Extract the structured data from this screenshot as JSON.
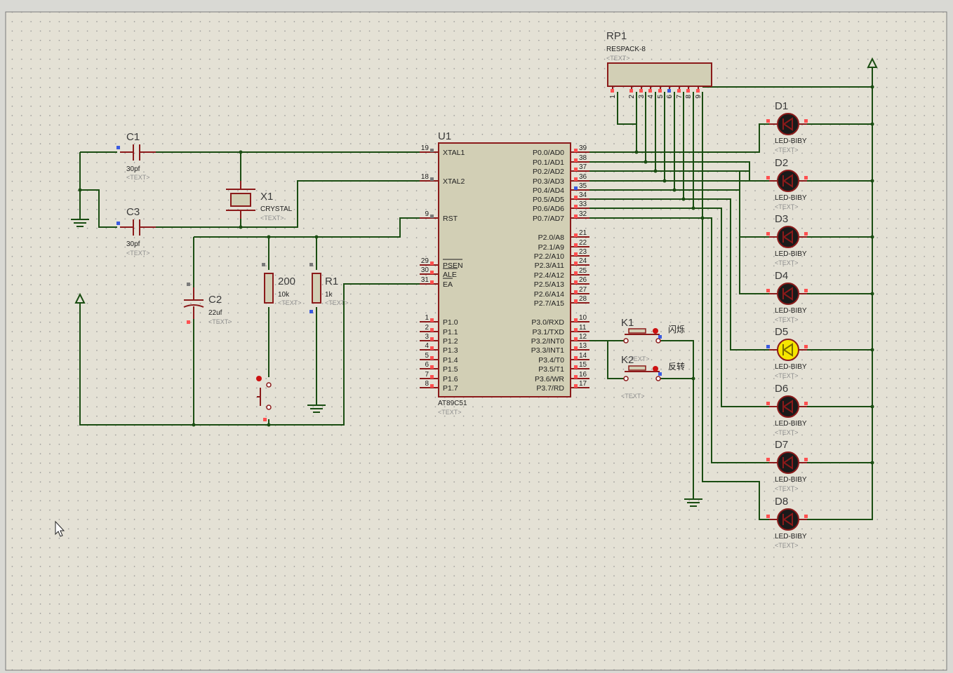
{
  "colors": {
    "sheet_bg": "#e4e1d5",
    "wire": "#1a4d12",
    "component_outline": "#8b1a1a",
    "chip_fill": "#d2cfb5",
    "led_on": "#f5e600",
    "led_off": "#1a1a1a",
    "pin_marker": "#ff5050",
    "text": "#1e1e1e",
    "placeholder": "#8e8e8e"
  },
  "placeholder_text": "<TEXT>",
  "u1": {
    "ref": "U1",
    "part": "AT89C51",
    "left_pins": [
      {
        "num": "19",
        "name": "XTAL1"
      },
      {
        "num": "18",
        "name": "XTAL2"
      },
      {
        "num": "9",
        "name": "RST"
      },
      {
        "num": "29",
        "name": "PSEN"
      },
      {
        "num": "30",
        "name": "ALE"
      },
      {
        "num": "31",
        "name": "EA"
      },
      {
        "num": "1",
        "name": "P1.0"
      },
      {
        "num": "2",
        "name": "P1.1"
      },
      {
        "num": "3",
        "name": "P1.2"
      },
      {
        "num": "4",
        "name": "P1.3"
      },
      {
        "num": "5",
        "name": "P1.4"
      },
      {
        "num": "6",
        "name": "P1.5"
      },
      {
        "num": "7",
        "name": "P1.6"
      },
      {
        "num": "8",
        "name": "P1.7"
      }
    ],
    "right_pins": [
      {
        "num": "39",
        "name": "P0.0/AD0"
      },
      {
        "num": "38",
        "name": "P0.1/AD1"
      },
      {
        "num": "37",
        "name": "P0.2/AD2"
      },
      {
        "num": "36",
        "name": "P0.3/AD3"
      },
      {
        "num": "35",
        "name": "P0.4/AD4"
      },
      {
        "num": "34",
        "name": "P0.5/AD5"
      },
      {
        "num": "33",
        "name": "P0.6/AD6"
      },
      {
        "num": "32",
        "name": "P0.7/AD7"
      },
      {
        "num": "21",
        "name": "P2.0/A8"
      },
      {
        "num": "22",
        "name": "P2.1/A9"
      },
      {
        "num": "23",
        "name": "P2.2/A10"
      },
      {
        "num": "24",
        "name": "P2.3/A11"
      },
      {
        "num": "25",
        "name": "P2.4/A12"
      },
      {
        "num": "26",
        "name": "P2.5/A13"
      },
      {
        "num": "27",
        "name": "P2.6/A14"
      },
      {
        "num": "28",
        "name": "P2.7/A15"
      },
      {
        "num": "10",
        "name": "P3.0/RXD"
      },
      {
        "num": "11",
        "name": "P3.1/TXD"
      },
      {
        "num": "12",
        "name": "P3.2/INT0"
      },
      {
        "num": "13",
        "name": "P3.3/INT1"
      },
      {
        "num": "14",
        "name": "P3.4/T0"
      },
      {
        "num": "15",
        "name": "P3.5/T1"
      },
      {
        "num": "16",
        "name": "P3.6/WR"
      },
      {
        "num": "17",
        "name": "P3.7/RD"
      }
    ]
  },
  "rp1": {
    "ref": "RP1",
    "part": "RESPACK-8",
    "pins": [
      "1",
      "2",
      "3",
      "4",
      "5",
      "6",
      "7",
      "8",
      "9"
    ]
  },
  "c1": {
    "ref": "C1",
    "value": "30pf"
  },
  "c3": {
    "ref": "C3",
    "value": "30pf"
  },
  "c2": {
    "ref": "C2",
    "value": "22uf"
  },
  "x1": {
    "ref": "X1",
    "value": "CRYSTAL"
  },
  "r200": {
    "ref": "200",
    "value": "10k"
  },
  "r1": {
    "ref": "R1",
    "value": "1k"
  },
  "k1": {
    "ref": "K1",
    "label": "闪烁"
  },
  "k2": {
    "ref": "K2",
    "label": "反转"
  },
  "leds": [
    {
      "ref": "D1",
      "part": "LED-BIBY",
      "lit": false
    },
    {
      "ref": "D2",
      "part": "LED-BIBY",
      "lit": false
    },
    {
      "ref": "D3",
      "part": "LED-BIBY",
      "lit": false
    },
    {
      "ref": "D4",
      "part": "LED-BIBY",
      "lit": false
    },
    {
      "ref": "D5",
      "part": "LED-BIBY",
      "lit": true
    },
    {
      "ref": "D6",
      "part": "LED-BIBY",
      "lit": false
    },
    {
      "ref": "D7",
      "part": "LED-BIBY",
      "lit": false
    },
    {
      "ref": "D8",
      "part": "LED-BIBY",
      "lit": false
    }
  ]
}
